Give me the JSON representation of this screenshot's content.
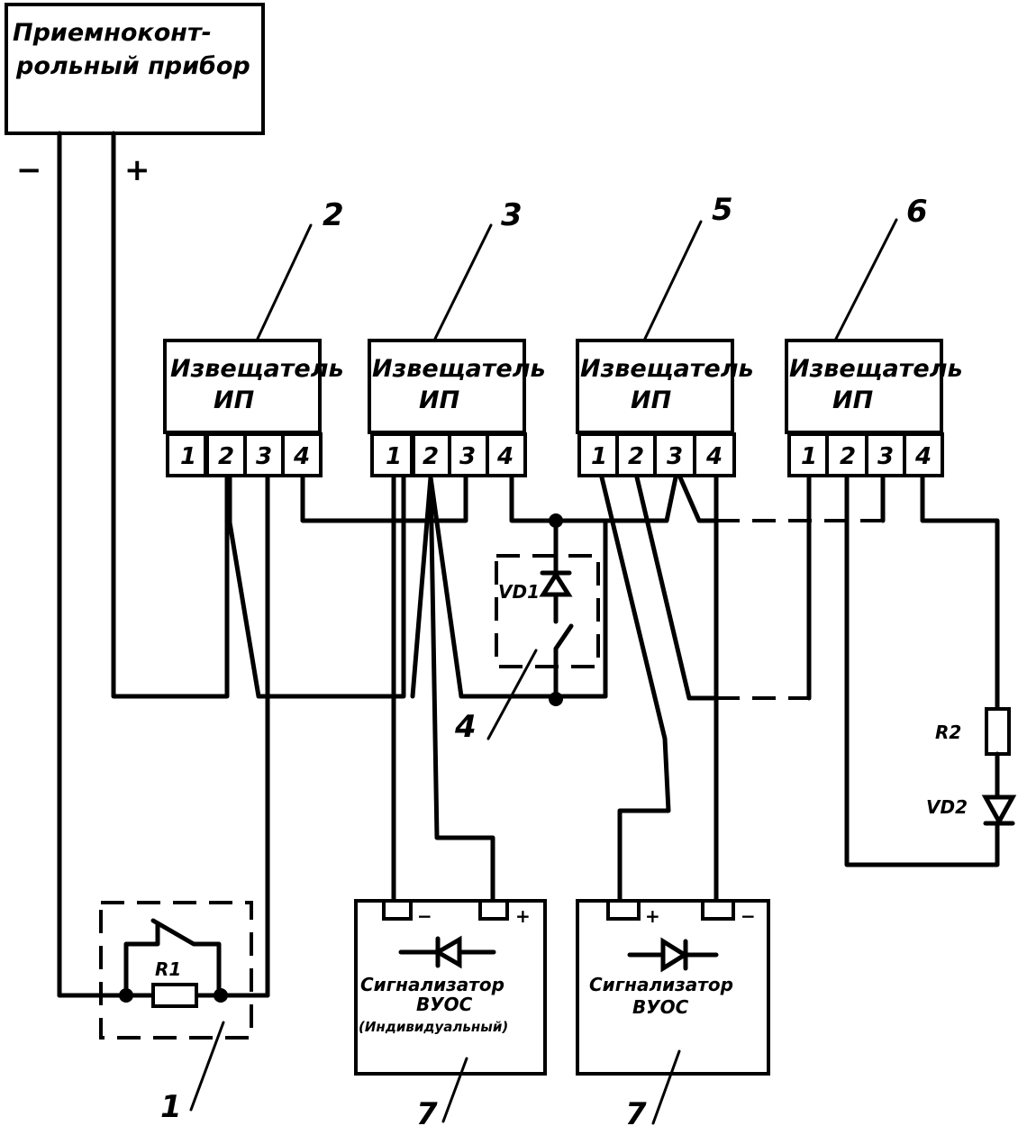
{
  "diagram": {
    "title": "Схема подключения извещателей ИП и сигнализаторов ВУОС",
    "control_panel": {
      "line1": "Приемноконт-",
      "line2": "рольный прибор",
      "minus_label": "−",
      "plus_label": "+"
    },
    "detectors": [
      {
        "ref": "2",
        "line1": "Извещатель",
        "line2": "ИП",
        "pins": [
          "1",
          "2",
          "3",
          "4"
        ]
      },
      {
        "ref": "3",
        "line1": "Извещатель",
        "line2": "ИП",
        "pins": [
          "1",
          "2",
          "3",
          "4"
        ]
      },
      {
        "ref": "5",
        "line1": "Извещатель",
        "line2": "ИП",
        "pins": [
          "1",
          "2",
          "3",
          "4"
        ]
      },
      {
        "ref": "6",
        "line1": "Извещатель",
        "line2": "ИП",
        "pins": [
          "1",
          "2",
          "3",
          "4"
        ]
      }
    ],
    "end_of_line": {
      "ref": "1",
      "resistor": "R1"
    },
    "diode_module": {
      "ref": "4",
      "diode": "VD1"
    },
    "terminator": {
      "resistor": "R2",
      "diode": "VD2"
    },
    "signalers": [
      {
        "ref": "7",
        "line1": "Сигнализатор",
        "line2": "ВУОС",
        "line3": "(Индивидуальный)",
        "left_pin": "−",
        "right_pin": "+"
      },
      {
        "ref": "7",
        "line1": "Сигнализатор",
        "line2": "ВУОС",
        "line3": "",
        "left_pin": "+",
        "right_pin": "−"
      }
    ]
  }
}
